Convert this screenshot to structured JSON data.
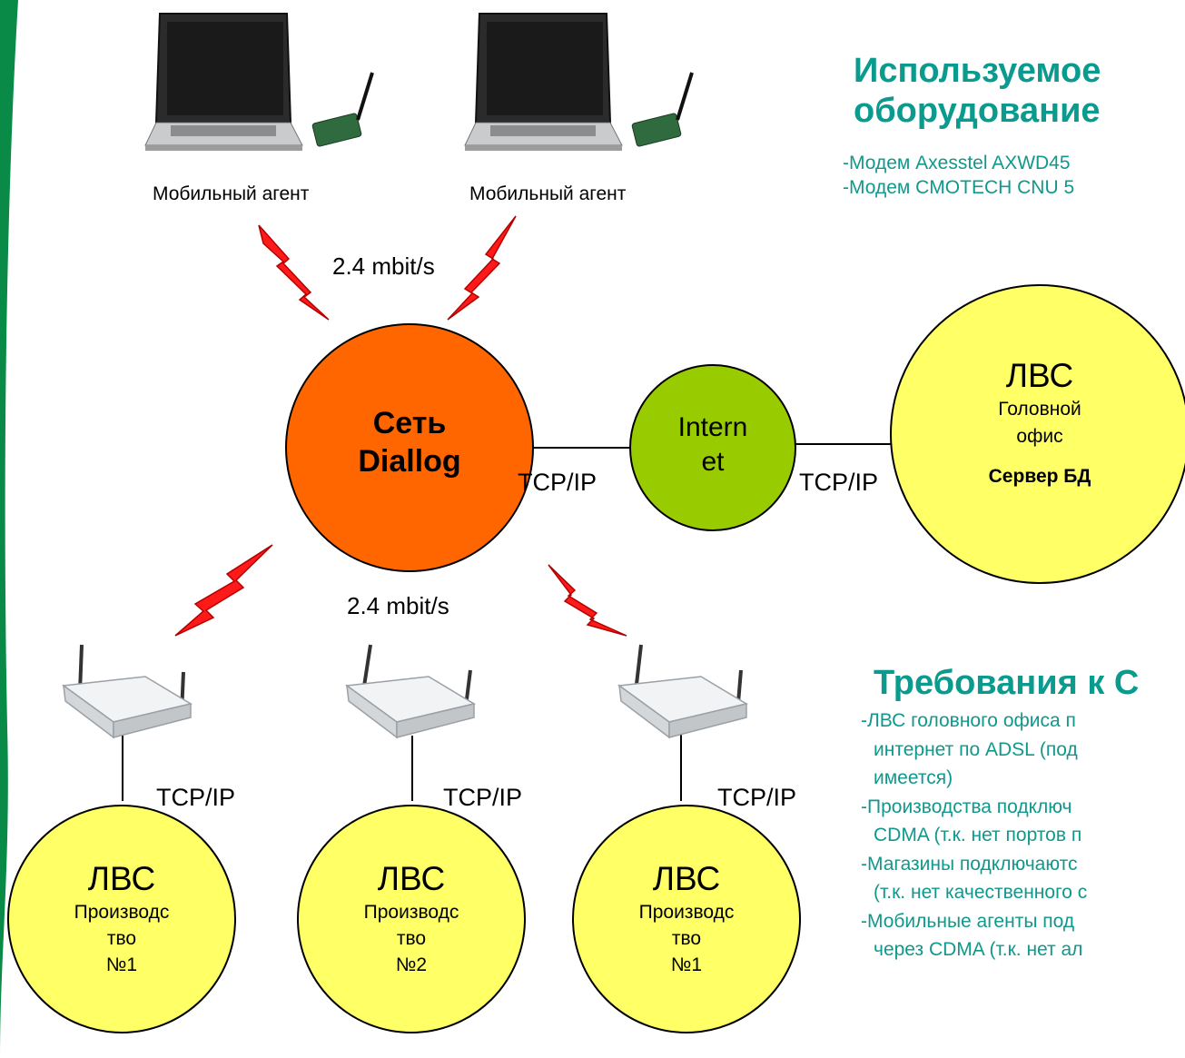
{
  "colors": {
    "green_bar": "#0a8a47",
    "network_circle": "#ff6600",
    "internet_circle": "#99cc00",
    "lan_circle": "#ffff66",
    "lightning": "#ff1a1a",
    "teal_text": "#0a9a8e"
  },
  "agents": [
    {
      "label": "Мобильный агент",
      "icon": "laptop-with-modem-icon"
    },
    {
      "label": "Мобильный агент",
      "icon": "laptop-with-modem-icon"
    }
  ],
  "speeds": {
    "top": "2.4 mbit/s",
    "bottom": "2.4 mbit/s"
  },
  "network": {
    "line1": "Сеть",
    "line2": "Diallog"
  },
  "internet": {
    "line1": "Intern",
    "line2": "et"
  },
  "links": {
    "net_internet": "TCP/IP",
    "internet_head": "TCP/IP"
  },
  "head_office": {
    "title": "ЛВС",
    "line1": "Головной",
    "line2": "офис",
    "server": "Сервер БД"
  },
  "routers": [
    {
      "icon": "wireless-router-icon",
      "protocol": "TCP/IP"
    },
    {
      "icon": "wireless-router-icon",
      "protocol": "TCP/IP"
    },
    {
      "icon": "wireless-router-icon",
      "protocol": "TCP/IP"
    }
  ],
  "lans": [
    {
      "title": "ЛВС",
      "line1": "Производс",
      "line2": "тво",
      "line3": "№1"
    },
    {
      "title": "ЛВС",
      "line1": "Производс",
      "line2": "тво",
      "line3": "№2"
    },
    {
      "title": "ЛВС",
      "line1": "Производс",
      "line2": "тво",
      "line3": "№1"
    }
  ],
  "equipment": {
    "title_line1": "Используемое",
    "title_line2": "оборудование",
    "items": [
      "-Модем Axesstel  AXWD45",
      "-Модем CMOTECH CNU 5"
    ]
  },
  "requirements": {
    "title": "Требования к С",
    "lines": [
      "-ЛВС головного офиса п",
      "интернет по ADSL (под",
      "имеется)",
      "-Производства подключ",
      "CDMA (т.к. нет портов п",
      "-Магазины подключаютс",
      "(т.к. нет качественного с",
      "-Мобильные агенты под",
      "через CDMA (т.к. нет ал"
    ]
  }
}
